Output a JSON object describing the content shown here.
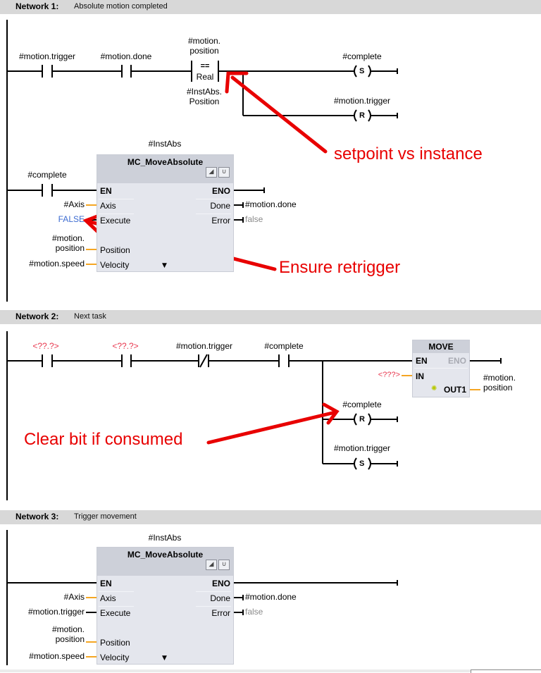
{
  "networks": [
    {
      "title": "Network 1:",
      "comment": "Absolute motion completed",
      "contacts": [
        {
          "label": "#motion.trigger",
          "type": "NO"
        },
        {
          "label": "#motion.done",
          "type": "NO"
        }
      ],
      "compare": {
        "top": [
          "#motion.",
          "position"
        ],
        "op": "==",
        "type": "Real",
        "bottom": [
          "#InstAbs.",
          "Position"
        ]
      },
      "coils": [
        {
          "label": "#complete",
          "type": "S"
        },
        {
          "label": "#motion.trigger",
          "type": "R"
        }
      ],
      "block": {
        "instance": "#InstAbs",
        "name": "MC_MoveAbsolute",
        "enable_contact": "#complete",
        "inputs": [
          {
            "pin": "EN",
            "value": ""
          },
          {
            "pin": "Axis",
            "value": "#Axis"
          },
          {
            "pin": "Execute",
            "value": "FALSE"
          },
          {
            "pin": "Position",
            "value": [
              "#motion.",
              "position"
            ]
          },
          {
            "pin": "Velocity",
            "value": "#motion.speed"
          }
        ],
        "outputs": [
          {
            "pin": "ENO",
            "value": ""
          },
          {
            "pin": "Done",
            "value": "#motion.done"
          },
          {
            "pin": "Error",
            "value": "false"
          }
        ]
      }
    },
    {
      "title": "Network 2:",
      "comment": "Next task",
      "contacts": [
        {
          "label": "<??.?>",
          "type": "NO"
        },
        {
          "label": "<??.?>",
          "type": "NO"
        },
        {
          "label": "#motion.trigger",
          "type": "NC"
        },
        {
          "label": "#complete",
          "type": "NO"
        }
      ],
      "move": {
        "name": "MOVE",
        "en": "EN",
        "eno": "ENO",
        "in_pin": "IN",
        "in_value": "<???>",
        "out_pin": "OUT1",
        "out_value": [
          "#motion.",
          "position"
        ]
      },
      "coils": [
        {
          "label": "#complete",
          "type": "R"
        },
        {
          "label": "#motion.trigger",
          "type": "S"
        }
      ]
    },
    {
      "title": "Network 3:",
      "comment": "Trigger movement",
      "block": {
        "instance": "#InstAbs",
        "name": "MC_MoveAbsolute",
        "inputs": [
          {
            "pin": "EN",
            "value": ""
          },
          {
            "pin": "Axis",
            "value": "#Axis"
          },
          {
            "pin": "Execute",
            "value": "#motion.trigger"
          },
          {
            "pin": "Position",
            "value": [
              "#motion.",
              "position"
            ]
          },
          {
            "pin": "Velocity",
            "value": "#motion.speed"
          }
        ],
        "outputs": [
          {
            "pin": "ENO",
            "value": ""
          },
          {
            "pin": "Done",
            "value": "#motion.done"
          },
          {
            "pin": "Error",
            "value": "false"
          }
        ]
      }
    }
  ],
  "annotations": {
    "setpoint": "setpoint vs instance",
    "retrigger": "Ensure retrigger",
    "clear": "Clear bit if consumed"
  },
  "icons": {
    "block_icon_1": "open-block-icon",
    "block_icon_2": "diagnostics-stethoscope-icon",
    "out_star": "new-output-star-icon",
    "dropdown": "expand-triangle-icon"
  },
  "colors": {
    "header_bg": "#d8d8d8",
    "block_bg": "#e4e6ed",
    "block_head": "#cdd0d9",
    "pin_wire": "#f5a623",
    "annotation": "#e80000",
    "undefined_operand": "#e8384f",
    "constant_blue": "#3c6bd1",
    "false_grey": "#8a8a8a"
  }
}
